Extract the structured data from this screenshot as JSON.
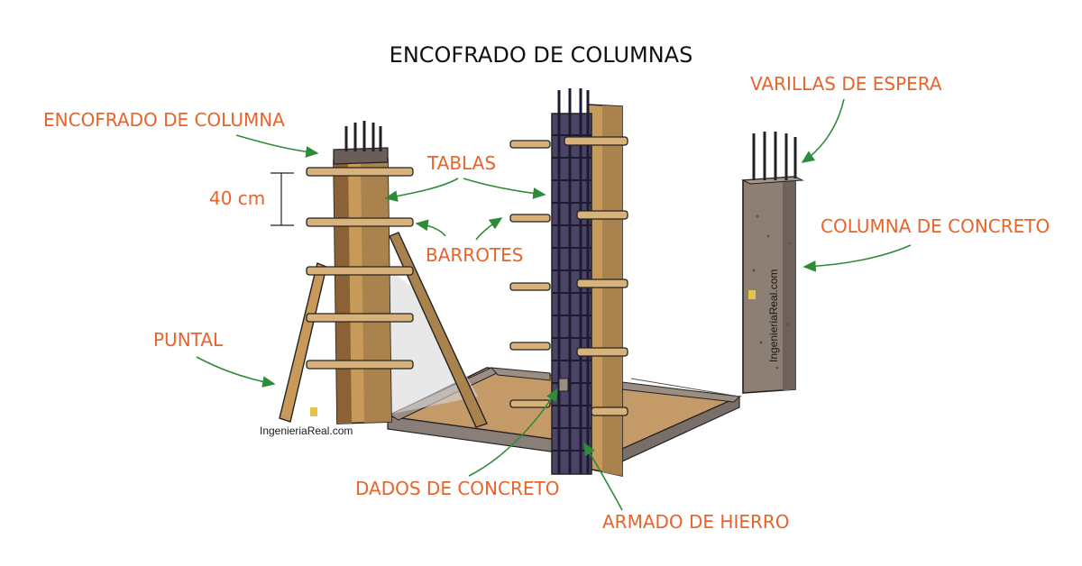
{
  "title": "ENCOFRADO DE COLUMNAS",
  "labels": {
    "encofrado_columna": "ENCOFRADO DE COLUMNA",
    "medida": "40 cm",
    "tablas": "TABLAS",
    "barrotes": "BARROTES",
    "puntal": "PUNTAL",
    "varillas": "VARILLAS DE ESPERA",
    "columna_concreto": "COLUMNA DE CONCRETO",
    "dados": "DADOS DE CONCRETO",
    "armado": "ARMADO DE HIERRO"
  },
  "watermarks": {
    "left": "IngenieriaReal.com",
    "right": "IngenieriaReal.com"
  },
  "colors": {
    "label": "#e8642a",
    "arrow": "#2e8b3a",
    "title": "#111111",
    "wood": "#c89a5a",
    "wood_dark": "#8a6236",
    "concrete": "#8e7f74",
    "rebar": "#3a3550",
    "floor": "#c49a68"
  }
}
